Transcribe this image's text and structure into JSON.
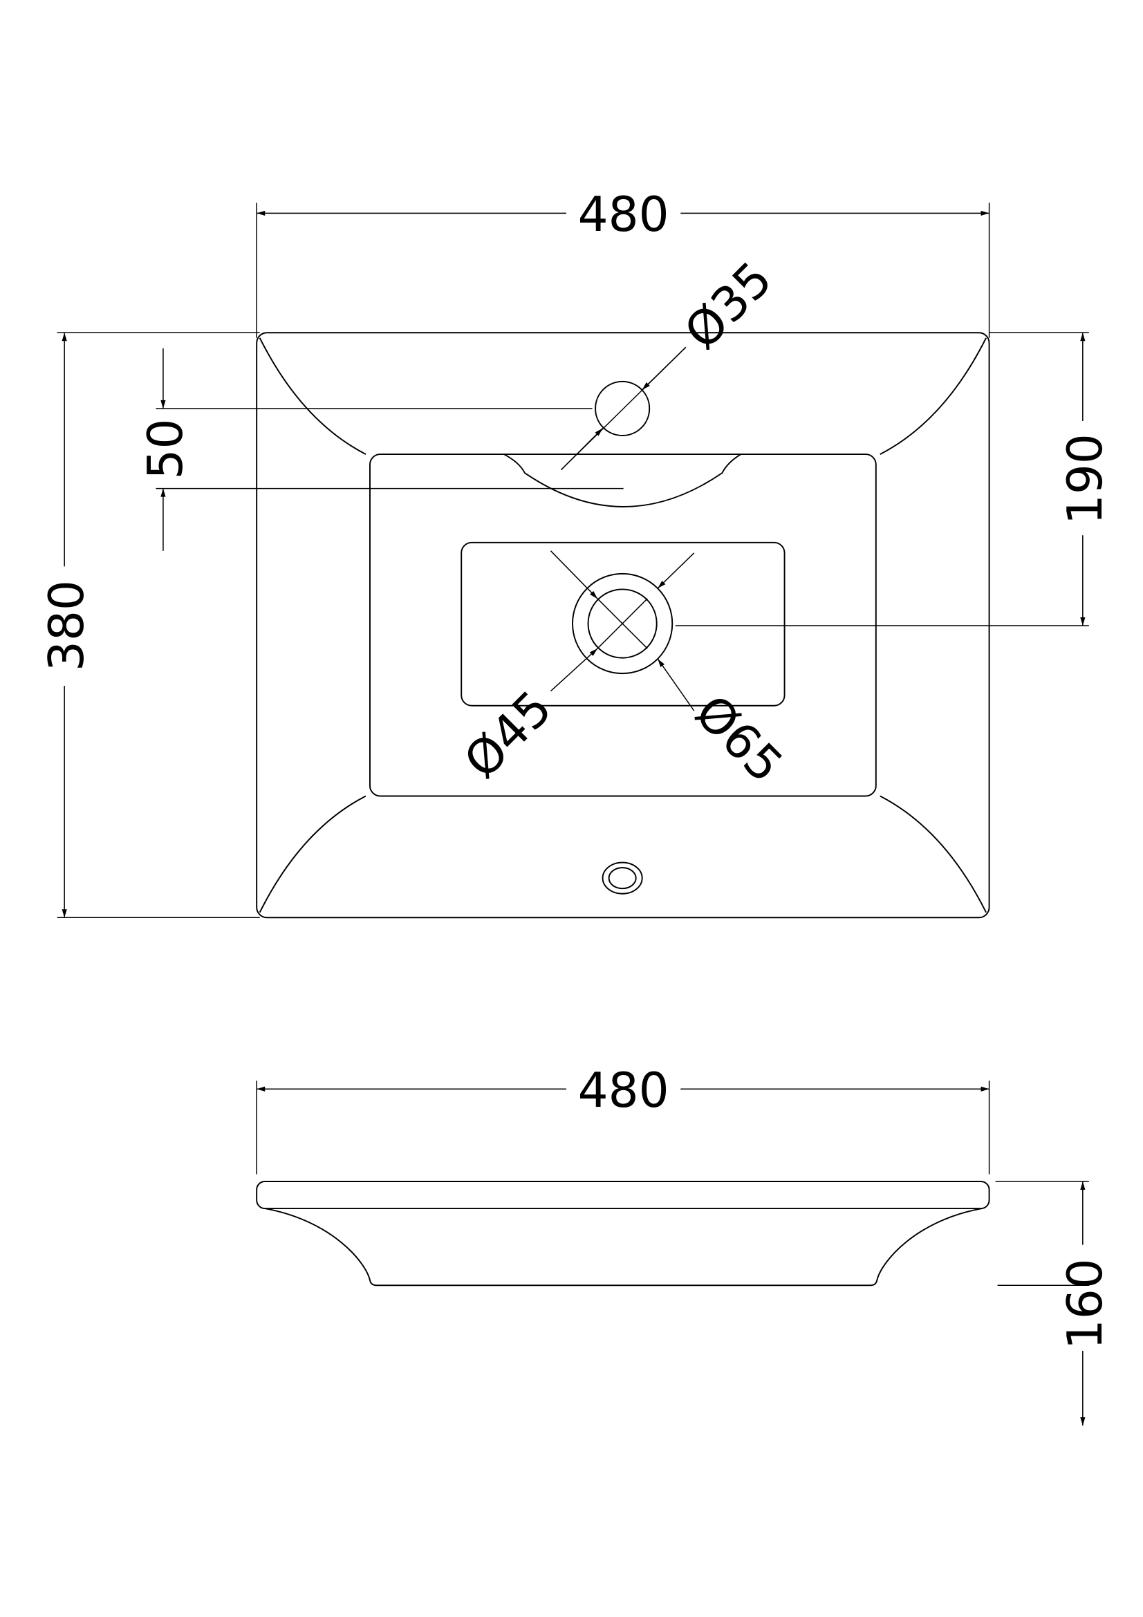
{
  "plan_view": {
    "width_label": "480",
    "tap_hole_label": "Ø35",
    "tap_offset_label": "50",
    "depth_label": "380",
    "waste_offset_label": "190",
    "waste_inner_label": "Ø45",
    "waste_outer_label": "Ø65"
  },
  "side_view": {
    "width_label": "480",
    "height_label": "160"
  }
}
